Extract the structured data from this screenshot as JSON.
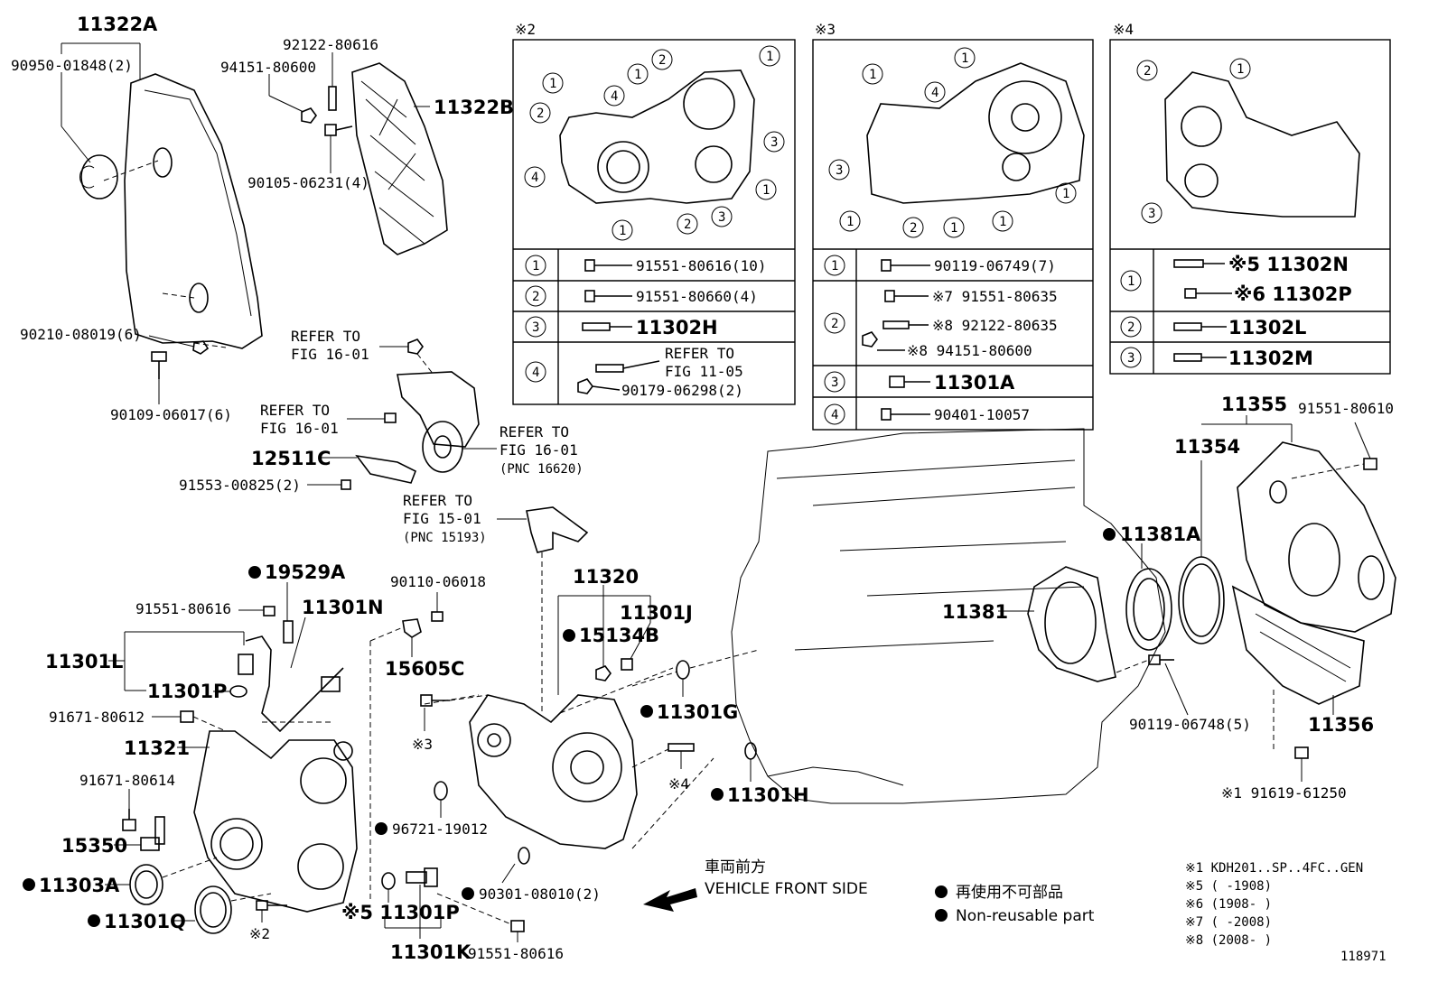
{
  "labels": {
    "l11322A": "11322A",
    "l90950": "90950-01848(2)",
    "l94151": "94151-80600",
    "l92122": "92122-80616",
    "l11322B": "11322B",
    "l90105": "90105-06231(4)",
    "l90210": "90210-08019(6)",
    "l90109": "90109-06017(6)",
    "ref1a": "REFER TO",
    "ref1b": "FIG 16-01",
    "ref2a": "REFER TO",
    "ref2b": "FIG 16-01",
    "ref3a": "REFER TO",
    "ref3b": "FIG 16-01",
    "ref3c": "(PNC 16620)",
    "l12511C": "12511C",
    "l91553": "91553-00825(2)",
    "ref4a": "REFER TO",
    "ref4b": "FIG 15-01",
    "ref4c": "(PNC 15193)",
    "l19529A": "19529A",
    "l91551a": "91551-80616",
    "l11301N": "11301N",
    "l90110": "90110-06018",
    "l11320": "11320",
    "l11301J": "11301J",
    "l15134B": "15134B",
    "l11301L": "11301L",
    "l11301P": "11301P",
    "l15605C": "15605C",
    "l91671a": "91671-80612",
    "l11301G": "11301G",
    "l11321": "11321",
    "note3": "※3",
    "note4": "※4",
    "l91671b": "91671-80614",
    "l11301H": "11301H",
    "l96721": "96721-19012",
    "l15350": "15350",
    "l11303A": "11303A",
    "l90301": "90301-08010(2)",
    "l11301Q": "11301Q",
    "note2": "※2",
    "l11301P2": "※5 11301P",
    "l11301K": "11301K",
    "l91551b": "91551-80616",
    "l11381": "11381",
    "l11381A": "11381A",
    "l11354": "11354",
    "l11355": "11355",
    "l91551c": "91551-80610",
    "l90119": "90119-06748(5)",
    "l11356": "11356",
    "l91619": "※1 91619-61250"
  },
  "box2": {
    "mark": "※2",
    "rows": [
      {
        "num": "1",
        "text": "91551-80616(10)"
      },
      {
        "num": "2",
        "text": "91551-80660(4)"
      },
      {
        "num": "3",
        "text": "11302H"
      },
      {
        "num": "4",
        "text": "REFER TO",
        "text2": "FIG 11-05",
        "text3": "90179-06298(2)"
      }
    ]
  },
  "box3": {
    "mark": "※3",
    "rows": [
      {
        "num": "1",
        "text": "90119-06749(7)"
      },
      {
        "num": "2",
        "text": "※7 91551-80635",
        "text2": "※8 92122-80635",
        "text3": "※8 94151-80600"
      },
      {
        "num": "3",
        "text": "11301A"
      },
      {
        "num": "4",
        "text": "90401-10057"
      }
    ]
  },
  "box4": {
    "mark": "※4",
    "rows": [
      {
        "num": "1",
        "text": "※5 11302N",
        "text2": "※6 11302P"
      },
      {
        "num": "2",
        "text": "11302L"
      },
      {
        "num": "3",
        "text": "11302M"
      }
    ]
  },
  "front": {
    "jp": "車両前方",
    "en": "VEHICLE FRONT SIDE"
  },
  "legend": {
    "jp": "再使用不可部品",
    "en": "Non-reusable part"
  },
  "notes": [
    "※1 KDH201..SP..4FC..GEN",
    "※5 (      -1908)",
    "※6 (1908-      )",
    "※7 (      -2008)",
    "※8 (2008-      )"
  ],
  "code": "118971"
}
